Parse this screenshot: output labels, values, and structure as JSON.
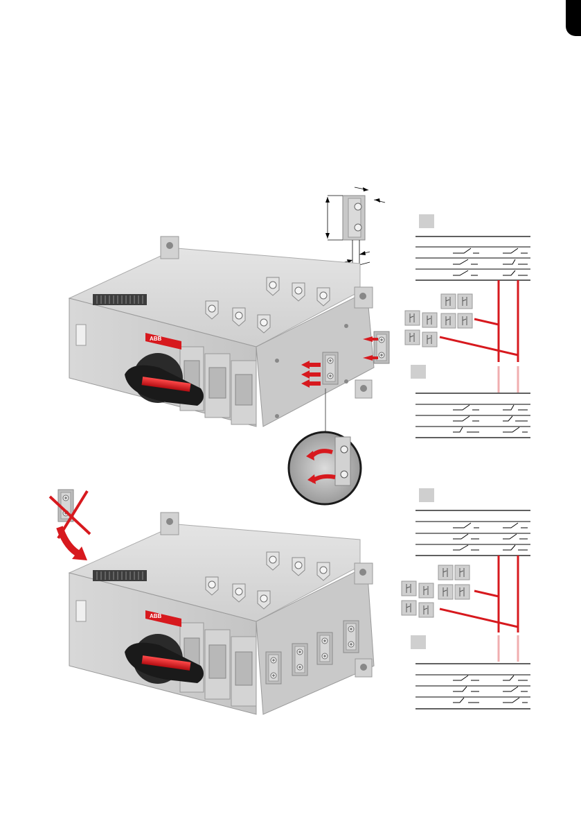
{
  "page": {
    "side_tab": "black-page-tab",
    "brand": "ABB"
  },
  "illustrations": {
    "top": {
      "name": "switch-installation-view",
      "handle_brand": "ABB"
    },
    "bottom": {
      "name": "switch-with-auxiliary-contacts-view",
      "handle_brand": "ABB"
    }
  },
  "diagrams": {
    "contact_table_rows": 3,
    "accent_color": "#d7191e",
    "body_grey": "#cfcfcf",
    "icons": [
      "auxiliary-contact-icon",
      "arrow-icon",
      "cross-out-icon",
      "zoom-callout-icon"
    ]
  }
}
